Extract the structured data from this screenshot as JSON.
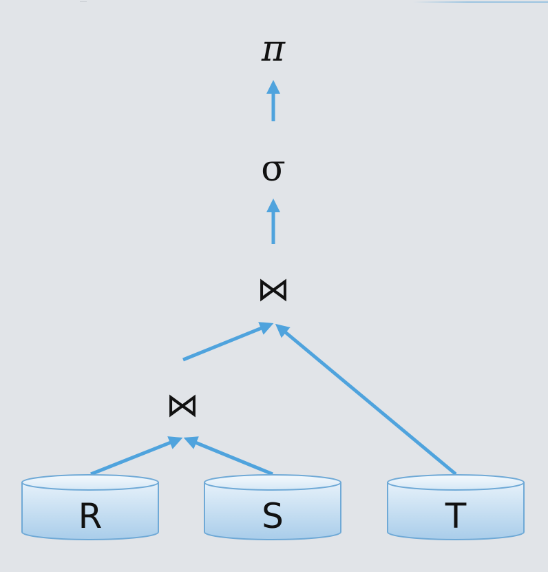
{
  "operators": {
    "projection": "π",
    "selection": "σ",
    "join_top": "⋈",
    "join_bottom": "⋈"
  },
  "tables": {
    "r": "R",
    "s": "S",
    "t": "T"
  },
  "colors": {
    "background": "#e1e4e8",
    "arrow": "#4fa3dd",
    "cylinder_fill_top": "#e6f1fa",
    "cylinder_fill_bottom": "#a9cdea",
    "cylinder_stroke": "#6fa9d6"
  }
}
